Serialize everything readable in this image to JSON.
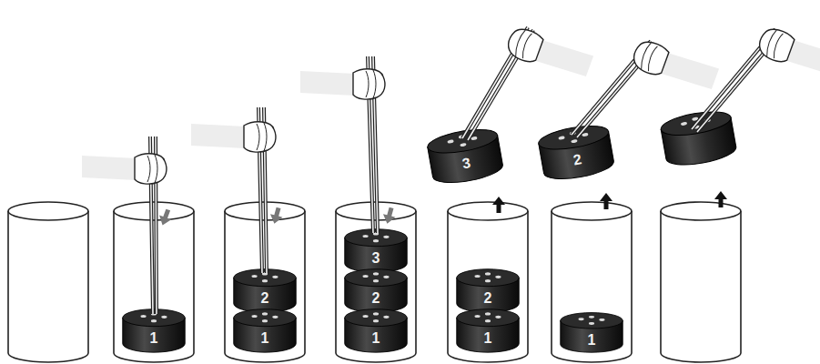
{
  "diagram": {
    "nodes": [
      {
        "text": [
          "1"
        ]
      },
      {
        "text": [
          "2"
        ]
      },
      {
        "text": [
          "1"
        ]
      },
      {
        "text": [
          "3"
        ]
      },
      {
        "text": [
          "2"
        ]
      },
      {
        "text": [
          "1"
        ]
      },
      {
        "text": [
          "3"
        ]
      },
      {
        "text": [
          "2"
        ]
      },
      {
        "text": [
          "1"
        ]
      },
      {
        "text": [
          "2"
        ]
      },
      {
        "text": [
          "1"
        ]
      }
    ]
  }
}
